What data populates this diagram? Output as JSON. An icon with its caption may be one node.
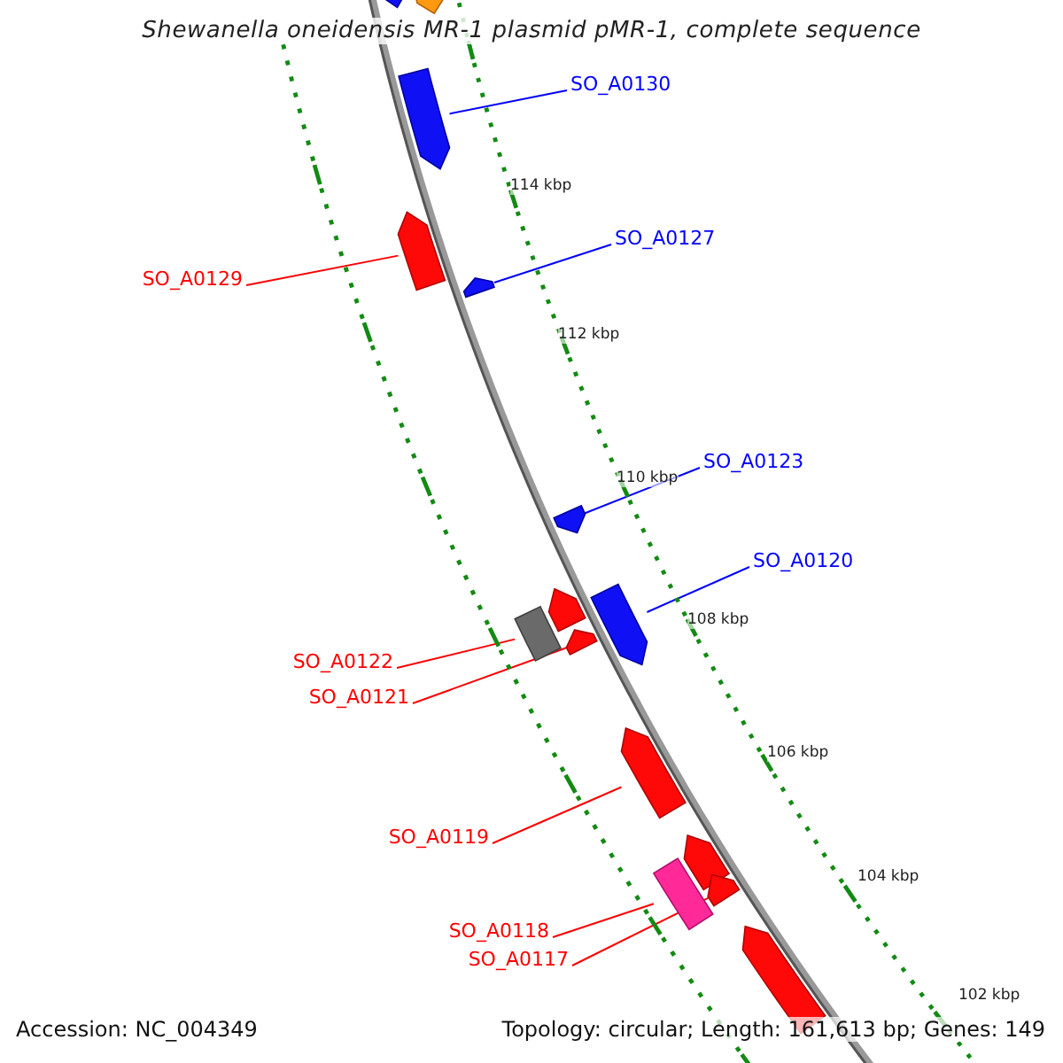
{
  "diagram": {
    "title": "Shewanella oneidensis MR-1 plasmid pMR-1, complete sequence",
    "nodes": [
      {
        "text": [],
        "shape": "bar"
      },
      {
        "text": [],
        "shape": "bar"
      },
      {
        "text": [
          "SO_A0130"
        ]
      },
      {
        "text": [],
        "shape": "bar"
      },
      {
        "text": [],
        "shape": "bar"
      },
      {
        "text": [
          "SO_A0127"
        ]
      },
      {
        "text": [
          "SO_A0129"
        ]
      },
      {
        "text": [],
        "shape": "bar"
      },
      {
        "text": [
          "SO_A0123"
        ]
      },
      {
        "text": [],
        "shape": "bar"
      },
      {
        "text": [
          "SO_A0120"
        ]
      },
      {
        "text": [],
        "shape": "bar"
      },
      {
        "text": [],
        "shape": "bar"
      },
      {
        "text": [],
        "shape": "bar"
      },
      {
        "text": [],
        "shape": "bar"
      },
      {
        "text": [
          "SO_A0122"
        ]
      },
      {
        "text": [
          "SO_A0121"
        ]
      },
      {
        "text": [],
        "shape": "bar"
      },
      {
        "text": [
          "SO_A0119"
        ]
      },
      {
        "text": [],
        "shape": "bar"
      },
      {
        "text": [],
        "shape": "bar"
      },
      {
        "text": [],
        "shape": "bar"
      },
      {
        "text": [
          "SO_A0118"
        ]
      },
      {
        "text": [
          "SO_A0117"
        ]
      },
      {
        "text": [],
        "shape": "bar"
      }
    ],
    "edges": [
      {
        "from": 2,
        "to": 3,
        "arrow": "none",
        "color": "#0000ff"
      },
      {
        "from": 5,
        "to": 7,
        "arrow": "none",
        "color": "#0000ff"
      },
      {
        "from": 6,
        "to": 4,
        "arrow": "none"
      },
      {
        "from": 8,
        "to": 9,
        "arrow": "none",
        "color": "#0000ff"
      },
      {
        "from": 10,
        "to": 14,
        "arrow": "none",
        "color": "#0000ff"
      },
      {
        "from": 15,
        "to": 12,
        "arrow": "none"
      },
      {
        "from": 16,
        "to": 13,
        "arrow": "none"
      },
      {
        "from": 18,
        "to": 17,
        "arrow": "none"
      },
      {
        "from": 22,
        "to": 20,
        "arrow": "none"
      },
      {
        "from": 23,
        "to": 21,
        "arrow": "none"
      }
    ],
    "labels": [
      "114 kbp",
      "112 kbp",
      "110 kbp",
      "108 kbp",
      "106 kbp",
      "104 kbp",
      "102 kbp",
      "Accession: NC_004349",
      "Topology: circular; Length: 161,613 bp; Genes: 149"
    ]
  }
}
